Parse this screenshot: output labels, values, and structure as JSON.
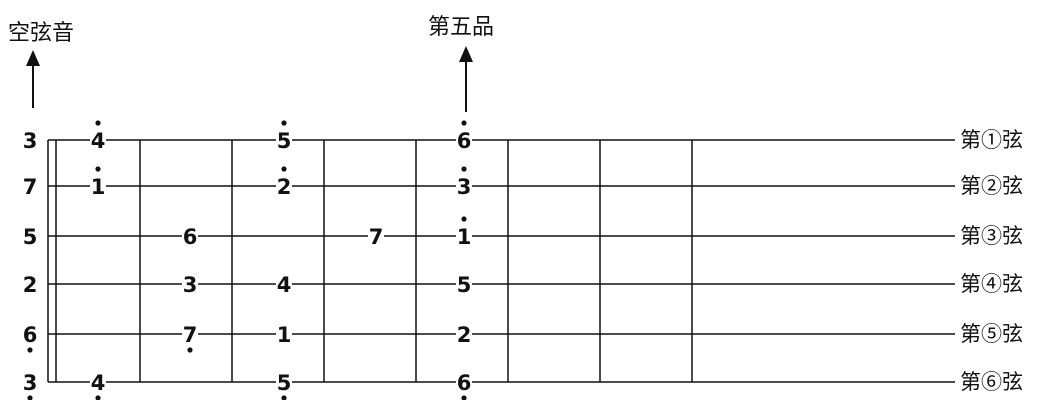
{
  "labels": {
    "open_string": "空弦音",
    "fifth_fret": "第五品"
  },
  "strings": [
    {
      "label": "第①弦",
      "open_note": {
        "digit": "3",
        "dot": "none"
      }
    },
    {
      "label": "第②弦",
      "open_note": {
        "digit": "7",
        "dot": "none"
      }
    },
    {
      "label": "第③弦",
      "open_note": {
        "digit": "5",
        "dot": "none"
      }
    },
    {
      "label": "第④弦",
      "open_note": {
        "digit": "2",
        "dot": "none"
      }
    },
    {
      "label": "第⑤弦",
      "open_note": {
        "digit": "6",
        "dot": "below"
      }
    },
    {
      "label": "第⑥弦",
      "open_note": {
        "digit": "3",
        "dot": "below"
      }
    }
  ],
  "fret_notes": [
    {
      "string": 1,
      "fret": 1,
      "digit": "4",
      "dot": "above"
    },
    {
      "string": 1,
      "fret": 3,
      "digit": "5",
      "dot": "above"
    },
    {
      "string": 1,
      "fret": 5,
      "digit": "6",
      "dot": "above"
    },
    {
      "string": 2,
      "fret": 1,
      "digit": "1",
      "dot": "above"
    },
    {
      "string": 2,
      "fret": 3,
      "digit": "2",
      "dot": "above"
    },
    {
      "string": 2,
      "fret": 5,
      "digit": "3",
      "dot": "above"
    },
    {
      "string": 3,
      "fret": 2,
      "digit": "6",
      "dot": "none"
    },
    {
      "string": 3,
      "fret": 4,
      "digit": "7",
      "dot": "none"
    },
    {
      "string": 3,
      "fret": 5,
      "digit": "1",
      "dot": "above"
    },
    {
      "string": 4,
      "fret": 2,
      "digit": "3",
      "dot": "none"
    },
    {
      "string": 4,
      "fret": 3,
      "digit": "4",
      "dot": "none"
    },
    {
      "string": 4,
      "fret": 5,
      "digit": "5",
      "dot": "none"
    },
    {
      "string": 5,
      "fret": 2,
      "digit": "7",
      "dot": "below"
    },
    {
      "string": 5,
      "fret": 3,
      "digit": "1",
      "dot": "none"
    },
    {
      "string": 5,
      "fret": 5,
      "digit": "2",
      "dot": "none"
    },
    {
      "string": 6,
      "fret": 1,
      "digit": "4",
      "dot": "below"
    },
    {
      "string": 6,
      "fret": 3,
      "digit": "5",
      "dot": "below"
    },
    {
      "string": 6,
      "fret": 5,
      "digit": "6",
      "dot": "below"
    }
  ]
}
